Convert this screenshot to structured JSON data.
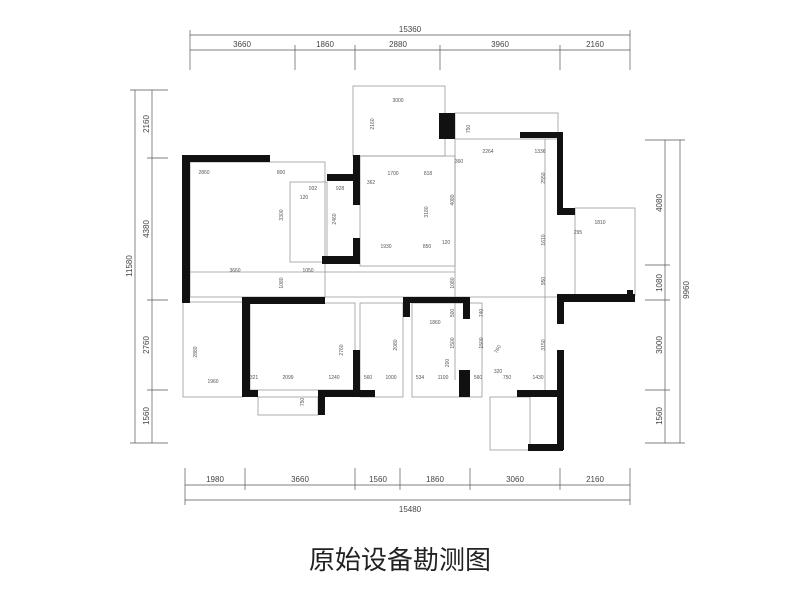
{
  "title": "原始设备勘测图",
  "top": {
    "total": "15360",
    "segments": [
      "3660",
      "1860",
      "2880",
      "3960",
      "2160"
    ]
  },
  "bottom": {
    "total": "15480",
    "segments": [
      "1980",
      "3660",
      "1560",
      "1860",
      "3060",
      "2160"
    ]
  },
  "left": {
    "total": "11580",
    "segments": [
      "2160",
      "4380",
      "2760",
      "1560"
    ]
  },
  "right": {
    "total": "9960",
    "segments": [
      "4080",
      "1080",
      "3000",
      "1560"
    ]
  },
  "inner": [
    "3000",
    "2160",
    "750",
    "2264",
    "1336",
    "360",
    "2860",
    "800",
    "932",
    "928",
    "120",
    "1700",
    "818",
    "362",
    "3300",
    "2460",
    "3180",
    "4080",
    "1930",
    "850",
    "120",
    "3660",
    "1050",
    "1080",
    "1080",
    "2550",
    "1810",
    "295",
    "1610",
    "950",
    "2880",
    "1960",
    "2760",
    "321",
    "2099",
    "1240",
    "750",
    "2080",
    "560",
    "1000",
    "1860",
    "500",
    "740",
    "1500",
    "1500",
    "200",
    "534",
    "1100",
    "560",
    "320",
    "750",
    "1430",
    "3150",
    "760"
  ]
}
